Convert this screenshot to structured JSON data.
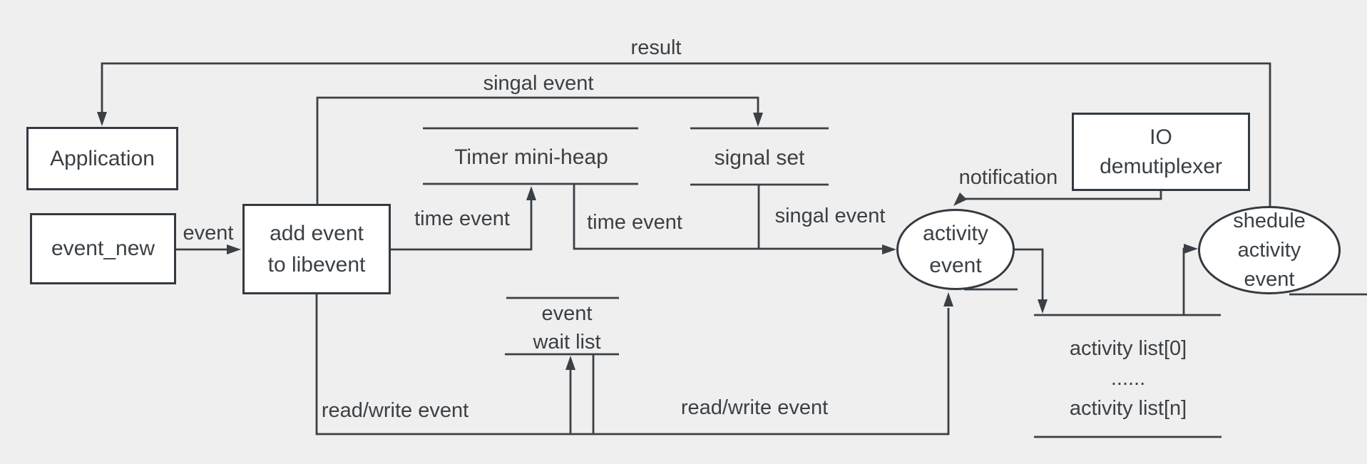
{
  "nodes": {
    "application": {
      "label": "Application"
    },
    "event_new": {
      "label": "event_new"
    },
    "add_event": {
      "line1": "add event",
      "line2": "to libevent"
    },
    "timer_mini_heap": {
      "label": "Timer mini-heap"
    },
    "signal_set": {
      "label": "signal set"
    },
    "io_demultiplexer": {
      "line1": "IO",
      "line2": "demutiplexer"
    },
    "activity_event": {
      "line1": "activity",
      "line2": "event"
    },
    "schedule_activity_event": {
      "line1": "shedule",
      "line2": "activity",
      "line3": "event"
    },
    "event_wait_list": {
      "line1": "event",
      "line2": "wait list"
    },
    "activity_list": {
      "line1": "activity list[0]",
      "line2": "......",
      "line3": "activity list[n]"
    }
  },
  "labels": {
    "result": "result",
    "signal_event_top": "singal event",
    "event": "event",
    "time_event_left": "time event",
    "time_event_right": "time event",
    "signal_event_right": "singal event",
    "notification": "notification",
    "read_write_event_left": "read/write event",
    "read_write_event_right": "read/write event"
  },
  "colors": {
    "background": "#efefef",
    "line": "#3a4046",
    "text": "#3b4045",
    "node_fill": "#ffffff"
  }
}
